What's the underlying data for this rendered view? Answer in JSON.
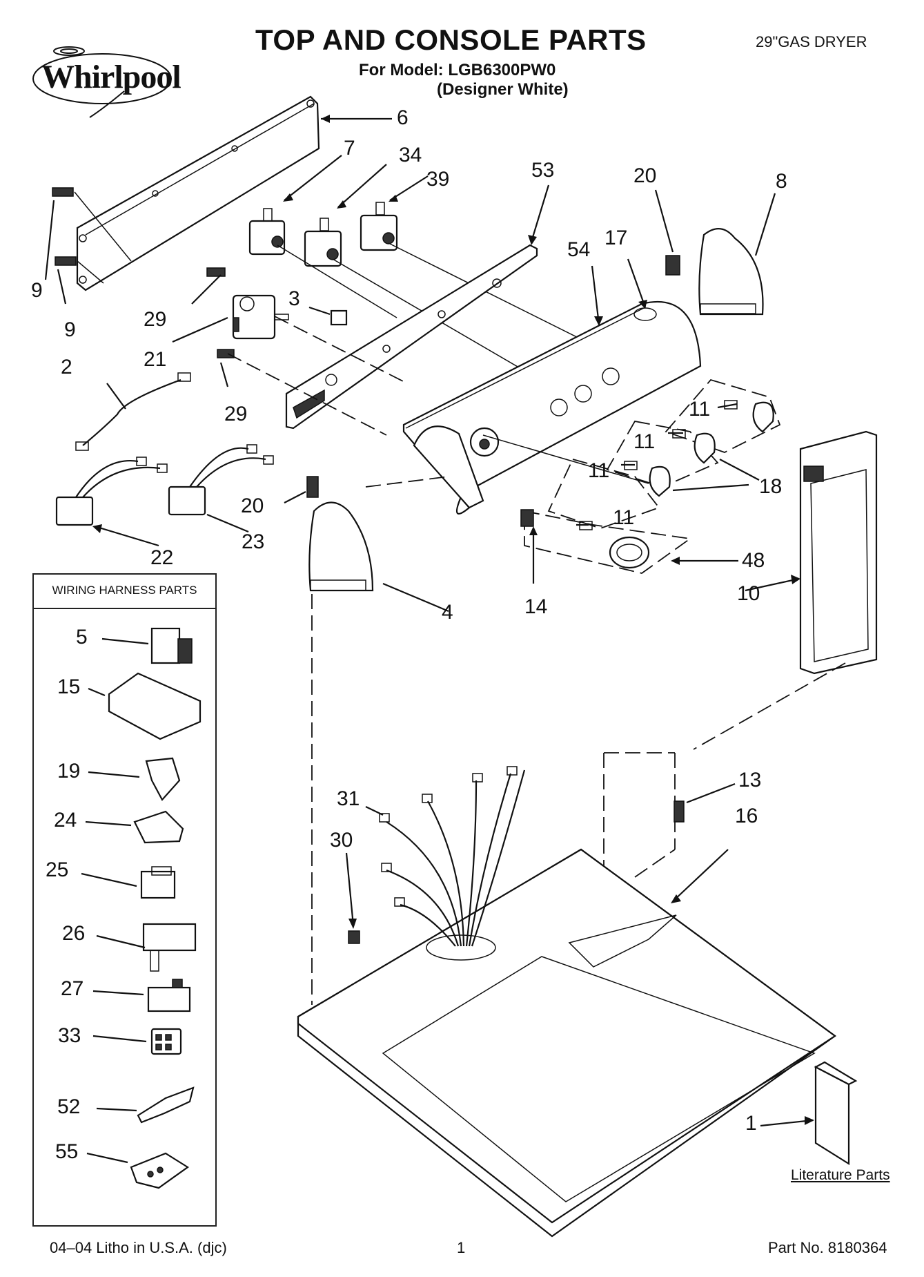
{
  "header": {
    "brand": "Whirlpool",
    "title": "TOP AND CONSOLE PARTS",
    "model_line": "For Model: LGB6300PW0",
    "variant_line": "(Designer White)",
    "product": "29\"GAS DRYER"
  },
  "callouts": {
    "c6": "6",
    "c7": "7",
    "c34": "34",
    "c39": "39",
    "c53": "53",
    "c20a": "20",
    "c8": "8",
    "c9a": "9",
    "c9b": "9",
    "c29a": "29",
    "c3": "3",
    "c54": "54",
    "c17": "17",
    "c21": "21",
    "c2": "2",
    "c29b": "29",
    "c11a": "11",
    "c11b": "11",
    "c11c": "11",
    "c11d": "11",
    "c18": "18",
    "c20b": "20",
    "c22": "22",
    "c23": "23",
    "c48": "48",
    "c4": "4",
    "c14": "14",
    "c10": "10",
    "c13": "13",
    "c16": "16",
    "c31": "31",
    "c30": "30",
    "c1": "1"
  },
  "wiring_box": {
    "heading": "WIRING HARNESS PARTS",
    "items": [
      "5",
      "15",
      "19",
      "24",
      "25",
      "26",
      "27",
      "33",
      "52",
      "55"
    ]
  },
  "literature_label": "Literature Parts",
  "footer": {
    "left": "04–04 Litho in U.S.A. (djc)",
    "center": "1",
    "right": "Part No. 8180364"
  }
}
